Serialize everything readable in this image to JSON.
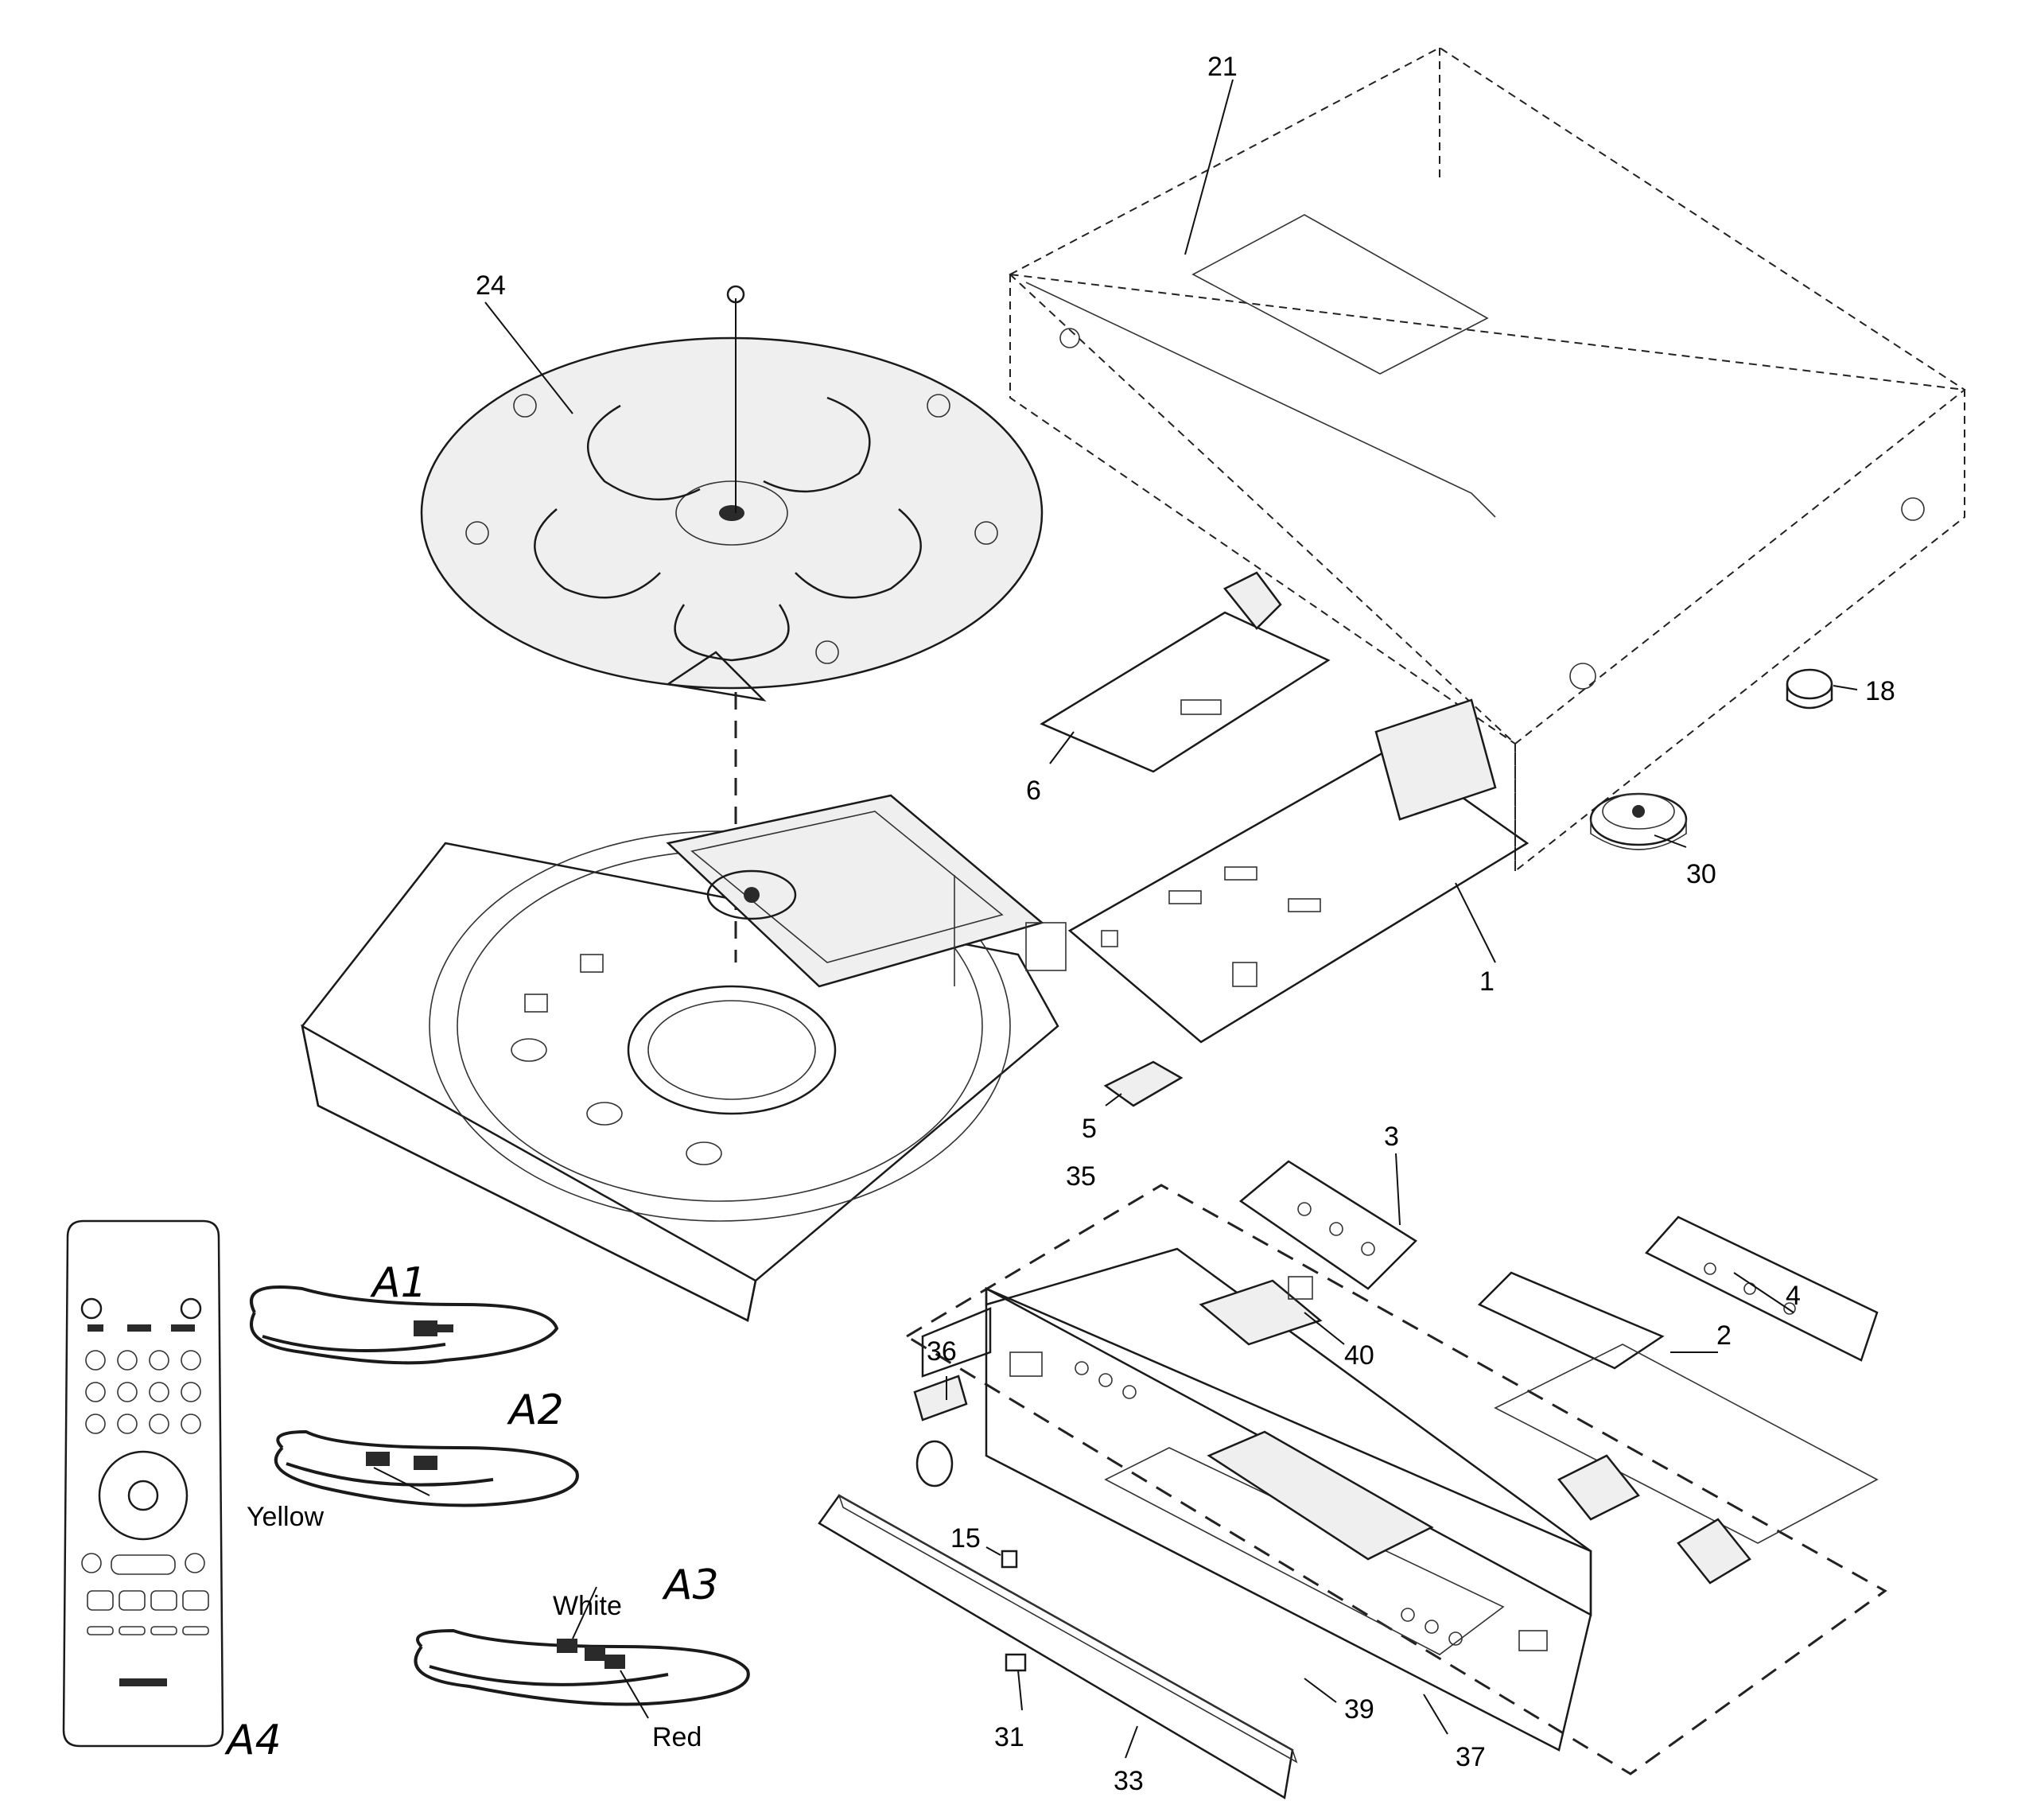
{
  "callouts": {
    "p1": "1",
    "p2": "2",
    "p3": "3",
    "p4": "4",
    "p5": "5",
    "p6": "6",
    "p15": "15",
    "p18": "18",
    "p21": "21",
    "p24": "24",
    "p30": "30",
    "p31": "31",
    "p33": "33",
    "p35": "35",
    "p36": "36",
    "p37": "37",
    "p39": "39",
    "p40": "40"
  },
  "accessories": {
    "a1": "A1",
    "a2": "A2",
    "a3": "A3",
    "a4": "A4"
  },
  "cable_labels": {
    "yellow": "Yellow",
    "white": "White",
    "red": "Red"
  }
}
